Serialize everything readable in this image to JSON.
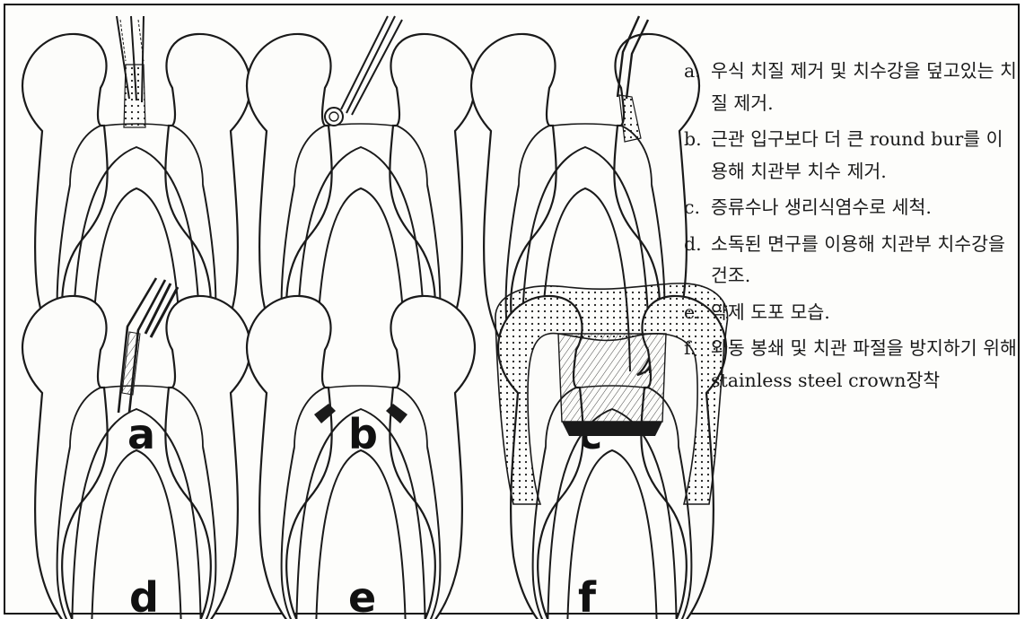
{
  "panels": [
    {
      "letter": "a",
      "tool": "bur-in-pulp-chamber"
    },
    {
      "letter": "b",
      "tool": "round-bur-at-canal-orifice"
    },
    {
      "letter": "c",
      "tool": "irrigation-syringe"
    },
    {
      "letter": "d",
      "tool": "cotton-pliers"
    },
    {
      "letter": "e",
      "tool": "medicament-at-orifices"
    },
    {
      "letter": "f",
      "tool": "stainless-steel-crown"
    }
  ],
  "steps": [
    {
      "mark": "a.",
      "text": "우식 치질 제거 및 치수강을 덮고있는 치질 제거."
    },
    {
      "mark": "b.",
      "text": "근관 입구보다 더 큰 round bur를 이용해 치관부 치수 제거."
    },
    {
      "mark": "c.",
      "text": "증류수나 생리식염수로 세척."
    },
    {
      "mark": "d.",
      "text": "소독된 면구를 이용해 치관부 치수강을건조."
    },
    {
      "mark": "e.",
      "text": "약제 도포 모습."
    },
    {
      "mark": "f.",
      "text": "와동 봉쇄 및 치관 파절을 방지하기 위해 stainless steel crown장착"
    }
  ],
  "colors": {
    "ink": "#1a1a1a",
    "paper": "#fdfdfb"
  }
}
